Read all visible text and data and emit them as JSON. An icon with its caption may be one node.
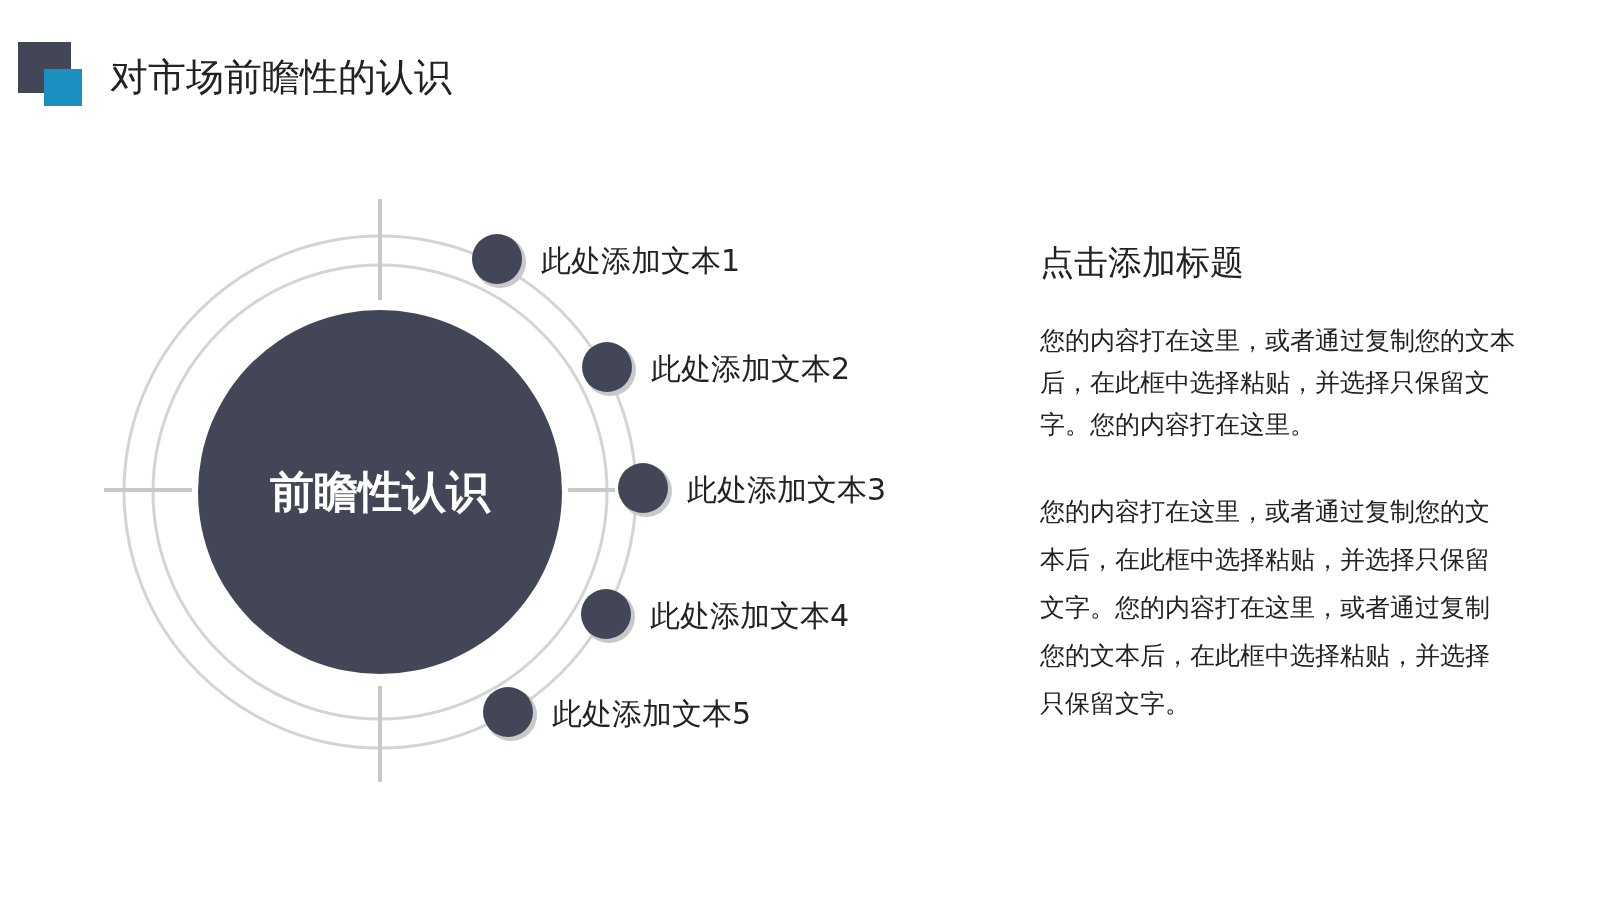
{
  "diagram": {
    "title": "对市场前瞻性的认识",
    "nodes": [
      {
        "text": [
          "前瞻性认识"
        ]
      },
      {
        "text": [
          "此处添加文本1"
        ]
      },
      {
        "text": [
          "此处添加文本2"
        ]
      },
      {
        "text": [
          "此处添加文本3"
        ]
      },
      {
        "text": [
          "此处添加文本4"
        ]
      },
      {
        "text": [
          "此处添加文本5"
        ]
      }
    ],
    "edges": [],
    "labels": [
      "点击添加标题",
      "您的内容打在这里，或者通过复制您的文本后，在此框中选择粘贴，并选择只保留文字。您的内容打在这里。",
      "您的内容打在这里，或者通过复制您的文本后，在此框中选择粘贴，并选择只保留文字。您的内容打在这里，或者通过复制您的文本后，在此框中选择粘贴，并选择只保留文字。"
    ]
  }
}
